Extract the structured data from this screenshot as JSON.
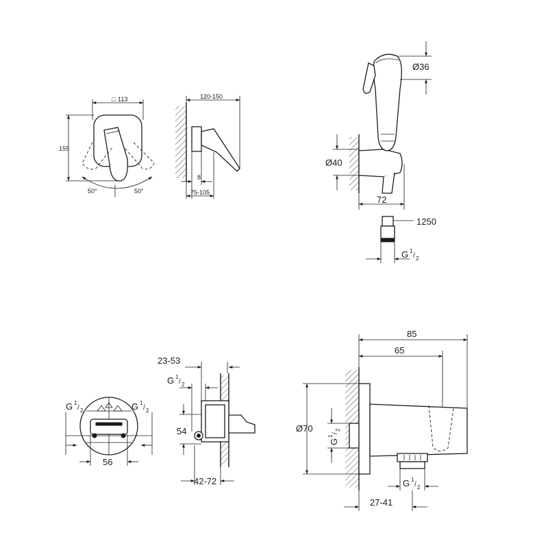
{
  "view_mixer": {
    "square_dim": "113",
    "square_symbol": "□",
    "height_dim": "155",
    "angle_left": "50°",
    "angle_right": "50°"
  },
  "view_mixer_side": {
    "projection_dim": "120-150",
    "plate_dim": "8",
    "depth_dim": "75-105"
  },
  "view_handshower": {
    "head_diameter": "Ø36",
    "holder_diameter": "Ø40",
    "width_dim": "72",
    "hose_length": "1250",
    "hose_thread": {
      "main": "G",
      "num": "1",
      "den": "2"
    }
  },
  "view_body_front": {
    "thread_left": {
      "main": "G",
      "num": "1",
      "den": "2"
    },
    "thread_right": {
      "main": "G",
      "num": "1",
      "den": "2"
    },
    "width_dim": "56"
  },
  "view_body_side": {
    "depth_range": "23-53",
    "thread_top": {
      "main": "G",
      "num": "1",
      "den": "2"
    },
    "height_dim": "54",
    "install_range": "42-72"
  },
  "view_wall_outlet": {
    "overall_dim": "85",
    "body_dim": "65",
    "plate_diameter": "Ø70",
    "thread_inlet": {
      "main": "G",
      "num": "1",
      "den": "2"
    },
    "thread_outlet": {
      "main": "G",
      "num": "1",
      "den": "2"
    },
    "depth_range": "27-41"
  }
}
